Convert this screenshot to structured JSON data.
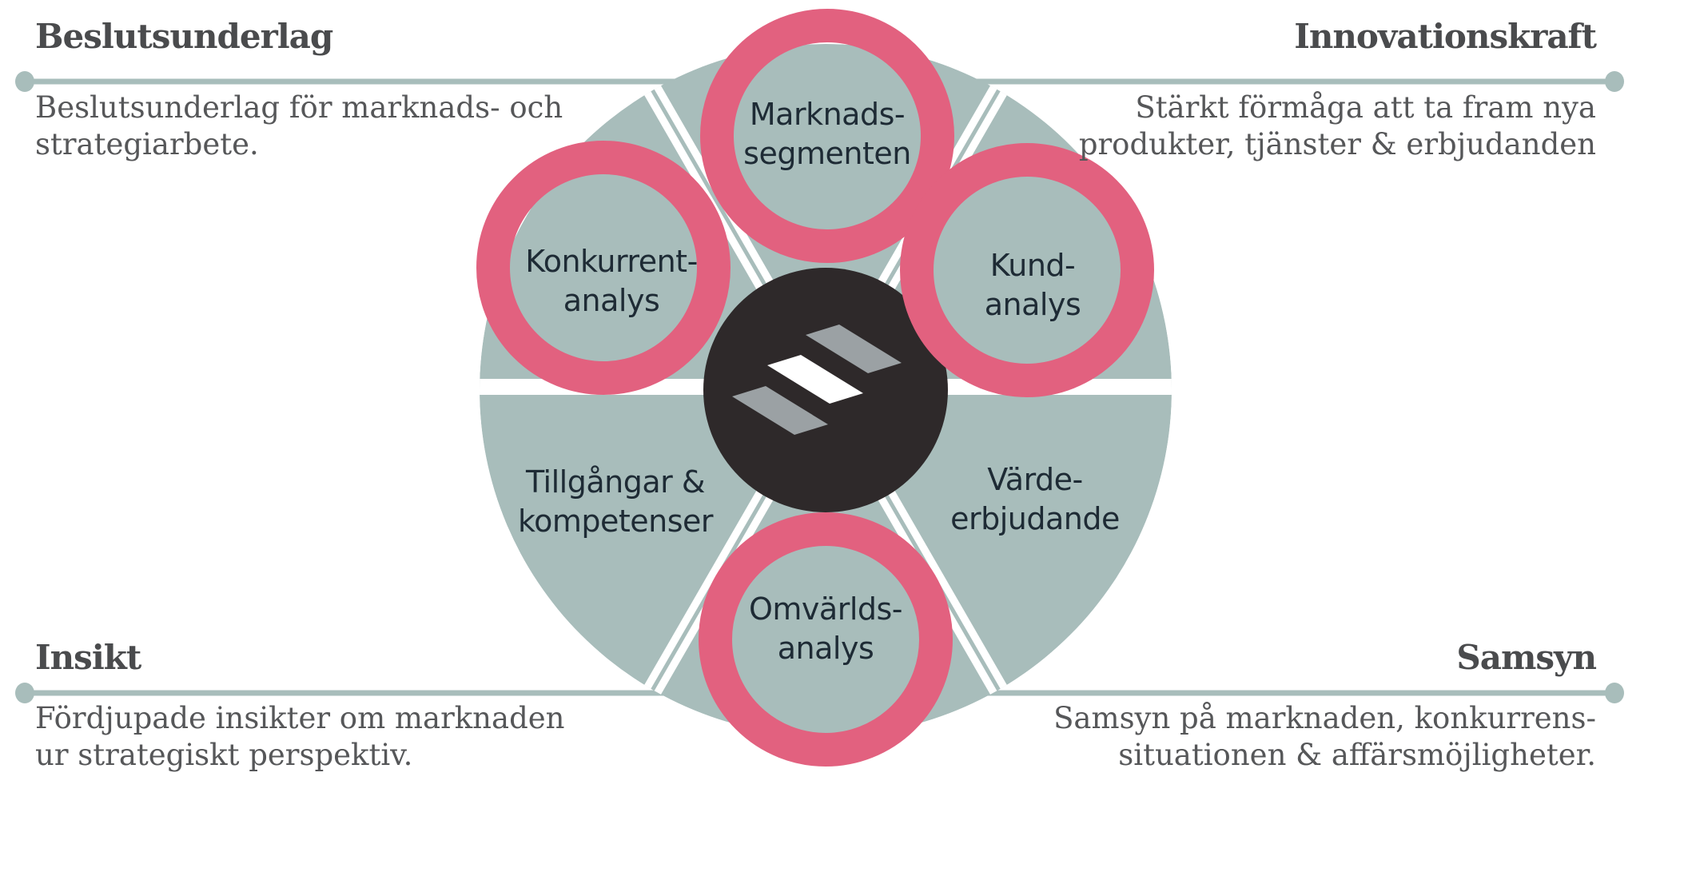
{
  "colors": {
    "background": "#ffffff",
    "sage": "#a8bdbb",
    "pink": "#e2617f",
    "dark": "#2e292a",
    "heading": "#4a4b4d",
    "body": "#565759",
    "segment_text": "#1e2b35",
    "logo_gray": "#9ba1a4",
    "logo_white": "#ffffff"
  },
  "corners": {
    "top_left": {
      "title": "Beslutsunderlag",
      "desc1": "Beslutsunderlag för marknads- och",
      "desc2": "strategiarbete."
    },
    "top_right": {
      "title": "Innovationskraft",
      "desc1": "Stärkt förmåga att ta fram nya",
      "desc2": "produkter, tjänster & erbjudanden"
    },
    "bottom_left": {
      "title": "Insikt",
      "desc1": "Fördjupade insikter om marknaden",
      "desc2": "ur strategiskt perspektiv."
    },
    "bottom_right": {
      "title": "Samsyn",
      "desc1": "Samsyn på marknaden, konkurrens-",
      "desc2": "situationen & affärsmöjligheter."
    }
  },
  "wheel": {
    "center_logo": "three-diagonal-bars-logo",
    "segments": [
      {
        "id": "marknadssegmenten",
        "line1": "Marknads-",
        "line2": "segmenten",
        "highlighted": true
      },
      {
        "id": "konkurrentanalys",
        "line1": "Konkurrent-",
        "line2": "analys",
        "highlighted": true
      },
      {
        "id": "kundanalys",
        "line1": "Kund-",
        "line2": "analys",
        "highlighted": true
      },
      {
        "id": "tillgangar",
        "line1": "Tillgångar &",
        "line2": "kompetenser",
        "highlighted": false
      },
      {
        "id": "vardeerbjudande",
        "line1": "Värde-",
        "line2": "erbjudande",
        "highlighted": false
      },
      {
        "id": "omvarldsanalys",
        "line1": "Omvärlds-",
        "line2": "analys",
        "highlighted": true
      }
    ]
  }
}
